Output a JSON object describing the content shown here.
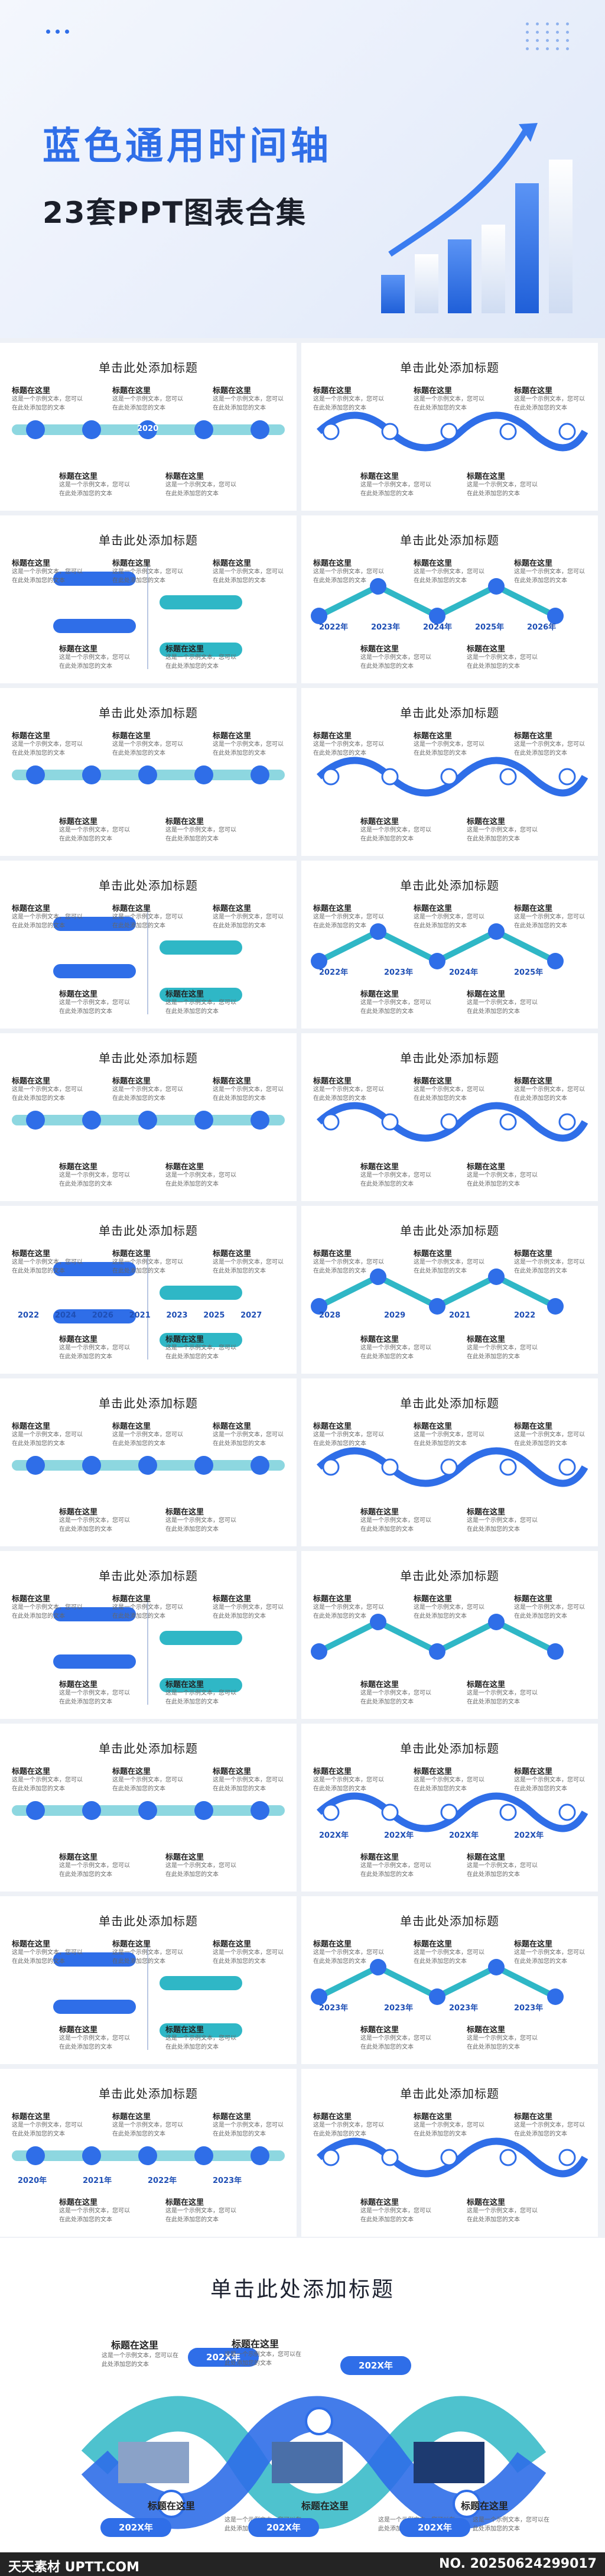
{
  "hero": {
    "title": "蓝色通用时间轴",
    "subtitle": "23套PPT图表合集"
  },
  "slide_title": "单击此处添加标题",
  "item_title": "标题在这里",
  "body_text": "这是一个示例文本，您可以在此处添加您的文本",
  "slides": [
    {
      "year": "2020",
      "years": []
    },
    {
      "years": []
    },
    {
      "years": []
    },
    {
      "years": [
        "2022年",
        "2023年",
        "2024年",
        "2025年",
        "2026年"
      ]
    },
    {
      "years": []
    },
    {
      "years": []
    },
    {
      "years": []
    },
    {
      "years": [
        "2022年",
        "2023年",
        "2024年",
        "2025年"
      ]
    },
    {
      "years": []
    },
    {
      "years": []
    },
    {
      "years": [
        "2022",
        "2024",
        "2026",
        "2021",
        "2023",
        "2025",
        "2027"
      ]
    },
    {
      "years": [
        "2028",
        "2029",
        "2021",
        "2022"
      ]
    },
    {
      "years": []
    },
    {
      "years": []
    },
    {
      "years": []
    },
    {
      "years": []
    },
    {
      "years": []
    },
    {
      "years": [
        "202X年",
        "202X年",
        "202X年",
        "202X年"
      ]
    },
    {
      "years": []
    },
    {
      "years": [
        "2023年",
        "2023年",
        "2023年",
        "2023年"
      ]
    },
    {
      "years": [
        "2020年",
        "2021年",
        "2022年",
        "2023年"
      ]
    },
    {
      "years": []
    }
  ],
  "final": {
    "title": "单击此处添加标题",
    "year_label": "202X年",
    "item_title": "标题在这里"
  },
  "footer": {
    "left": "天天素材 UPTT.COM",
    "right": "NO. 2025062429​9017"
  },
  "colors": {
    "primary": "#2f6ee8",
    "teal": "#2fb7c6",
    "dark": "#1b1f2a"
  }
}
